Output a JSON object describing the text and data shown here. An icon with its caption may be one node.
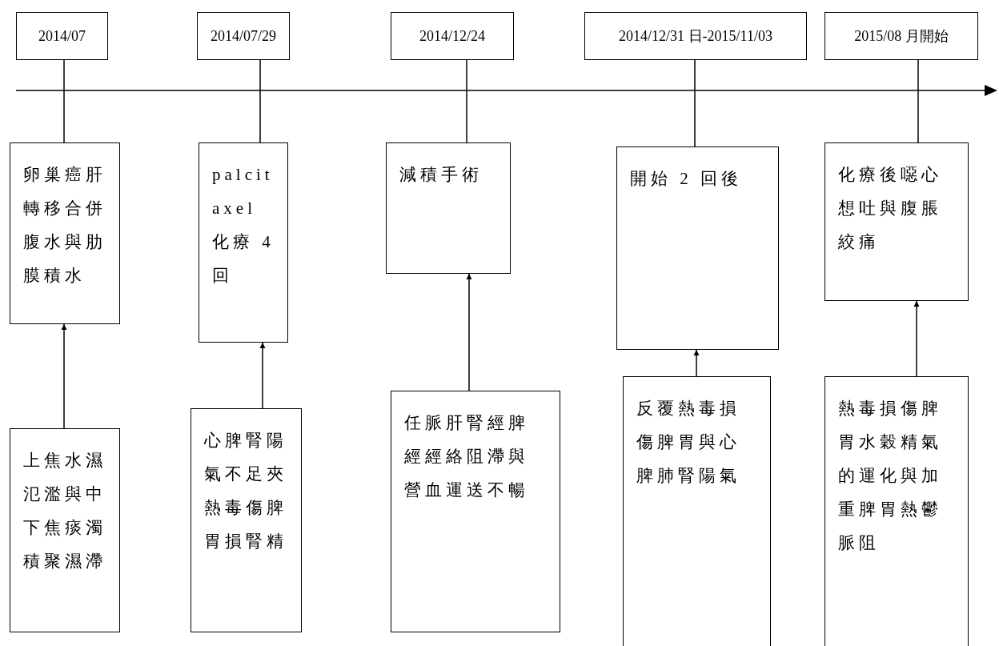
{
  "diagram": {
    "nodes": [
      {
        "text": [
          "2014/07"
        ]
      },
      {
        "text": [
          "2014/07/29"
        ]
      },
      {
        "text": [
          "2014/12/24"
        ]
      },
      {
        "text": [
          "2014/12/31 日-2015/11/03"
        ]
      },
      {
        "text": [
          "2015/08 月開始"
        ]
      },
      {
        "text": [
          "卵巢癌肝轉移合併腹水與肋膜積水"
        ]
      },
      {
        "text": [
          "palcitaxel 化療 4 回"
        ]
      },
      {
        "text": [
          "減積手術"
        ]
      },
      {
        "text": [
          "開始 2 回後"
        ]
      },
      {
        "text": [
          "化療後噁心想吐與腹脹絞痛"
        ]
      },
      {
        "text": [
          "上焦水濕氾濫與中下焦痰濁積聚濕滯"
        ]
      },
      {
        "text": [
          "心脾腎陽氣不足夾熱毒傷脾胃損腎精"
        ]
      },
      {
        "text": [
          "任脈肝腎經脾經經絡阻滯與營血運送不暢"
        ]
      },
      {
        "text": [
          "反覆熱毒損傷脾胃與心脾肺腎陽氣"
        ]
      },
      {
        "text": [
          "熱毒損傷脾胃水穀精氣的運化與加重脾胃熱鬱脈阻"
        ]
      }
    ],
    "edges": [
      {
        "from": 0,
        "to": 5,
        "arrow": "none"
      },
      {
        "from": 1,
        "to": 6,
        "arrow": "none"
      },
      {
        "from": 2,
        "to": 7,
        "arrow": "none"
      },
      {
        "from": 3,
        "to": 8,
        "arrow": "none"
      },
      {
        "from": 4,
        "to": 9,
        "arrow": "none"
      },
      {
        "from": 10,
        "to": 5,
        "arrow": "to"
      },
      {
        "from": 11,
        "to": 6,
        "arrow": "to"
      },
      {
        "from": 12,
        "to": 7,
        "arrow": "to"
      },
      {
        "from": 13,
        "to": 8,
        "arrow": "to"
      },
      {
        "from": 14,
        "to": 9,
        "arrow": "to"
      }
    ]
  }
}
